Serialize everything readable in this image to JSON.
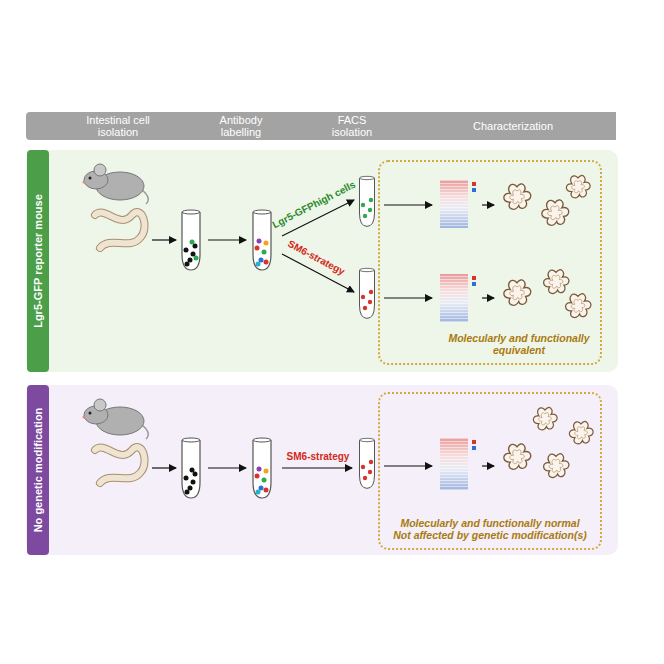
{
  "diagram": {
    "nodes": [
      {
        "text": [
          "Intestinal cell isolation",
          "Antibody labelling",
          "FACS isolation",
          "Characterization"
        ]
      },
      {
        "text": [
          "Lgr5-GFP reporter mouse"
        ]
      },
      {
        "text": [
          "Molecularly and functionally equivalent"
        ]
      },
      {
        "text": [
          "No genetic modification"
        ]
      },
      {
        "text": [
          "Molecularly and functionally normal",
          "Not affected by genetic modification(s)"
        ]
      }
    ],
    "labels": [
      "Lgr5-GFPhigh cells",
      "SM6-strategy",
      "SM6-strategy"
    ]
  }
}
